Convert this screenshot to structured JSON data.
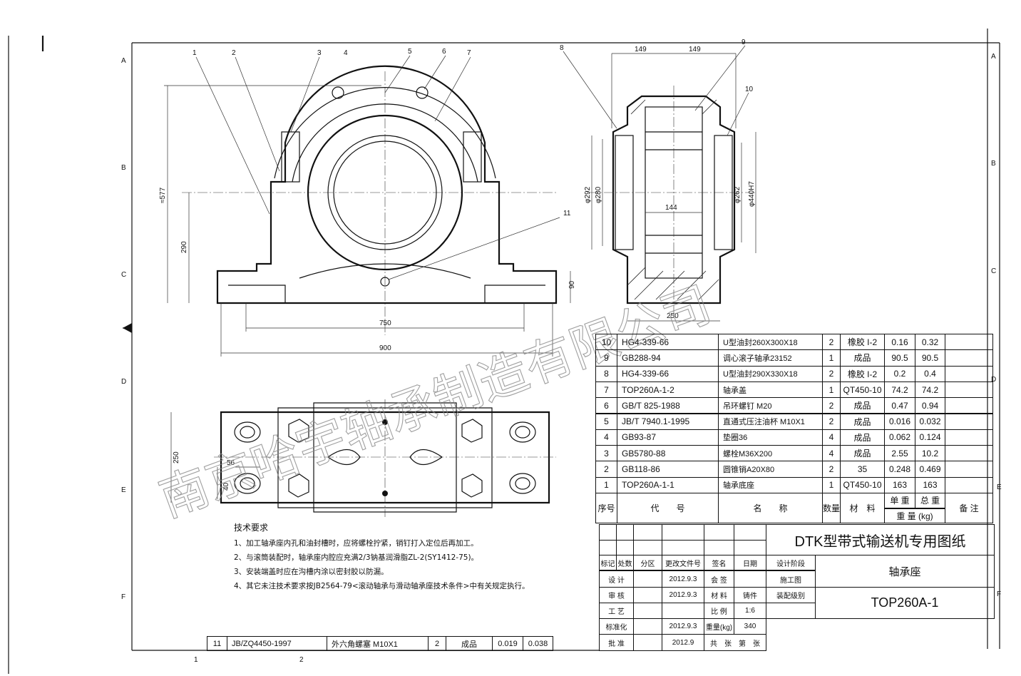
{
  "watermark": "南京哈宇轴承制造有限公司",
  "grid": {
    "rows": [
      "A",
      "B",
      "C",
      "D",
      "E",
      "F"
    ],
    "cols": [
      "1",
      "2"
    ]
  },
  "balloons": [
    "1",
    "2",
    "3",
    "4",
    "5",
    "6",
    "7",
    "8",
    "9",
    "10",
    "11"
  ],
  "dimensions": {
    "front_height_total": "≈577",
    "center_height": "290",
    "base_height": "90",
    "bolt_span": "750",
    "overall_length": "900",
    "side_half_left": "149",
    "side_half_right": "149",
    "side_width": "250",
    "d292": "φ292",
    "d280": "φ280",
    "d262": "φ262",
    "d440": "φ440H7",
    "inner_width": "144",
    "plan_width": "250",
    "slot_width": "56",
    "slot_len": "40"
  },
  "parts": [
    {
      "no": "10",
      "code": "HG4-339-66",
      "name": "U型油封260X300X18",
      "qty": "2",
      "material": "橡胶 I-2",
      "unit": "0.16",
      "total": "0.32",
      "remark": ""
    },
    {
      "no": "9",
      "code": "GB288-94",
      "name": "调心滚子轴承23152",
      "qty": "1",
      "material": "成品",
      "unit": "90.5",
      "total": "90.5",
      "remark": ""
    },
    {
      "no": "8",
      "code": "HG4-339-66",
      "name": "U型油封290X330X18",
      "qty": "2",
      "material": "橡胶 I-2",
      "unit": "0.2",
      "total": "0.4",
      "remark": ""
    },
    {
      "no": "7",
      "code": "TOP260A-1-2",
      "name": "轴承盖",
      "qty": "1",
      "material": "QT450-10",
      "unit": "74.2",
      "total": "74.2",
      "remark": ""
    },
    {
      "no": "6",
      "code": "GB/T 825-1988",
      "name": "吊环螺钉 M20",
      "qty": "2",
      "material": "成品",
      "unit": "0.47",
      "total": "0.94",
      "remark": ""
    },
    {
      "no": "5",
      "code": "JB/T 7940.1-1995",
      "name": "直通式压注油杯 M10X1",
      "qty": "2",
      "material": "成品",
      "unit": "0.016",
      "total": "0.032",
      "remark": ""
    },
    {
      "no": "4",
      "code": "GB93-87",
      "name": "垫圈36",
      "qty": "4",
      "material": "成品",
      "unit": "0.062",
      "total": "0.124",
      "remark": ""
    },
    {
      "no": "3",
      "code": "GB5780-88",
      "name": "螺栓M36X200",
      "qty": "4",
      "material": "成品",
      "unit": "2.55",
      "total": "10.2",
      "remark": ""
    },
    {
      "no": "2",
      "code": "GB118-86",
      "name": "圆锥销A20X80",
      "qty": "2",
      "material": "35",
      "unit": "0.248",
      "total": "0.469",
      "remark": ""
    },
    {
      "no": "1",
      "code": "TOP260A-1-1",
      "name": "轴承底座",
      "qty": "1",
      "material": "QT450-10",
      "unit": "163",
      "total": "163",
      "remark": ""
    }
  ],
  "parts_header": {
    "no": "序号",
    "code": "代　　号",
    "name": "名　　称",
    "qty": "数量",
    "material": "材　料",
    "unit": "单 重",
    "total": "总 重",
    "weight": "重 量 (kg)",
    "remark": "备 注"
  },
  "extra_part": {
    "no": "11",
    "code": "JB/ZQ4450-1997",
    "name": "外六角螺塞 M10X1",
    "qty": "2",
    "material": "成品",
    "unit": "0.019",
    "total": "0.038"
  },
  "title_block": {
    "drawing_series": "DTK型带式输送机专用图纸",
    "part_name": "轴承座",
    "drawing_no": "TOP260A-1",
    "hdr": [
      "标记",
      "处数",
      "分区",
      "更改文件号",
      "签名",
      "日期"
    ],
    "design_stage": "设计阶段",
    "stage_value": "施工图",
    "assembly_level": "装配级别",
    "design": "设 计",
    "design_date": "2012.9.3",
    "countersign": "会 签",
    "review": "审 核",
    "review_date": "2012.9.3",
    "material_label": "材 料",
    "material_value": "铸件",
    "process": "工 艺",
    "scale_label": "比 例",
    "scale": "1:6",
    "standard": "标准化",
    "standard_date": "2012.9.3",
    "weight_label": "重量(kg)",
    "weight": "340",
    "approve": "批 准",
    "approve_date": "2012.9",
    "sheets": "共　张　第　张"
  },
  "notes": {
    "title": "技术要求",
    "items": [
      "1、加工轴承座内孔和油封槽时，应将螺栓拧紧，销钉打入定位后再加工。",
      "2、与滚筒装配时，轴承座内腔应充满2/3钠基润滑脂ZL-2(SY1412-75)。",
      "3、安装端盖时应在沟槽内涂以密封胶以防漏。",
      "4、其它未注技术要求按JB2564-79<滚动轴承与滑动轴承座技术条件>中有关规定执行。"
    ]
  }
}
